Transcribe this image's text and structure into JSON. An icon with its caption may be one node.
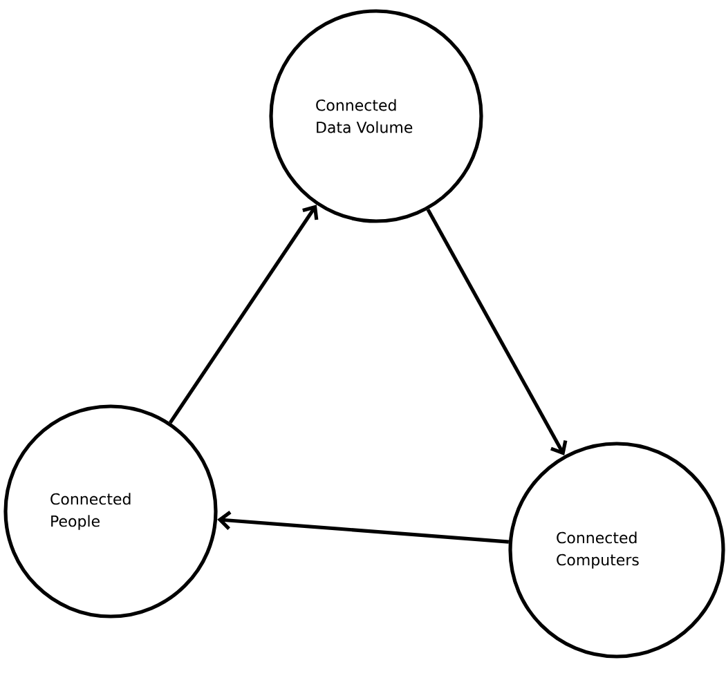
{
  "diagram": {
    "nodes": [
      {
        "text": [
          "Connected Data Volume"
        ]
      },
      {
        "text": [
          "Connected Computers"
        ]
      },
      {
        "text": [
          "Connected People"
        ]
      }
    ],
    "edges": [
      {
        "from": 2,
        "to": 0,
        "arrow": "to"
      },
      {
        "from": 0,
        "to": 1,
        "arrow": "to"
      },
      {
        "from": 1,
        "to": 2,
        "arrow": "to"
      }
    ]
  }
}
